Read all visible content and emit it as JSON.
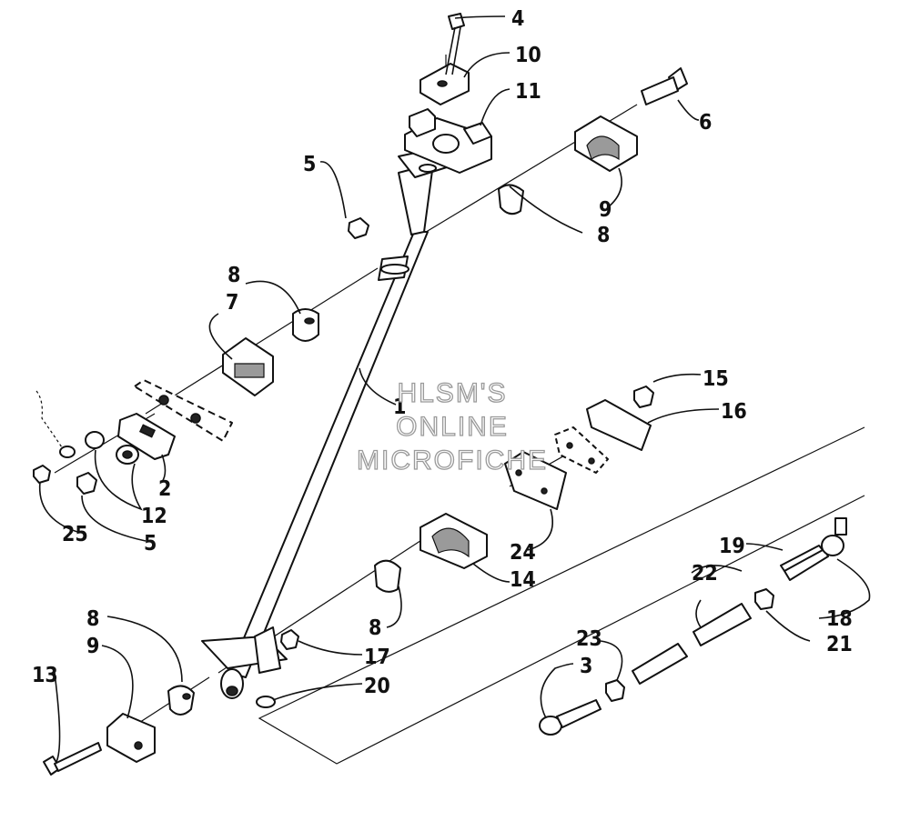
{
  "watermark": {
    "line1": "HLSM'S",
    "line2": "ONLINE",
    "line3": "MICROFICHE"
  },
  "callouts": {
    "c1": "1",
    "c2": "2",
    "c3": "3",
    "c4": "4",
    "c5a": "5",
    "c5b": "5",
    "c6": "6",
    "c7": "7",
    "c8a": "8",
    "c8b": "8",
    "c8c": "8",
    "c8d": "8",
    "c9a": "9",
    "c9b": "9",
    "c10": "10",
    "c11": "11",
    "c12": "12",
    "c13": "13",
    "c14": "14",
    "c15": "15",
    "c16": "16",
    "c17": "17",
    "c18": "18",
    "c19": "19",
    "c20": "20",
    "c21": "21",
    "c22": "22",
    "c23": "23",
    "c24": "24",
    "c25": "25"
  }
}
